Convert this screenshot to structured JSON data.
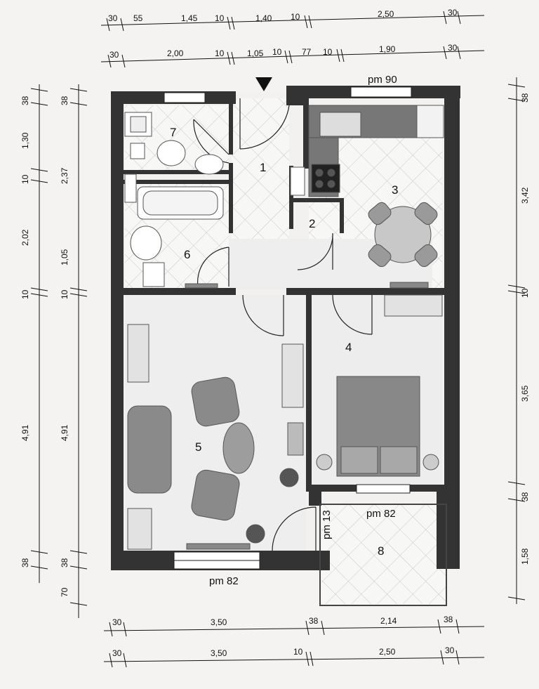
{
  "dimensions": {
    "top_row1": [
      "30",
      "55",
      "1,45",
      "10",
      "1,40",
      "10",
      "2,50",
      "30"
    ],
    "top_row2": [
      "30",
      "2,00",
      "10",
      "1,05",
      "10",
      "77",
      "10",
      "1,90",
      "30"
    ],
    "left_outer": [
      "38",
      "1,30",
      "10",
      "2,02",
      "10",
      "4,91",
      "38",
      "70"
    ],
    "left_inner": [
      "38",
      "2,37",
      "1,05",
      "10",
      "4,91",
      "38"
    ],
    "right": [
      "38",
      "3,42",
      "10",
      "3,65",
      "38",
      "1,58"
    ],
    "bottom_row1": [
      "30",
      "3,50",
      "38",
      "2,14",
      "38"
    ],
    "bottom_row2": [
      "30",
      "3,50",
      "10",
      "2,50",
      "30"
    ]
  },
  "labels": {
    "window_kitchen": "pm 90",
    "window_bedroom": "pm 82",
    "window_living": "pm 82",
    "door_balcony": "pm 13"
  },
  "rooms": [
    "1",
    "2",
    "3",
    "4",
    "5",
    "6",
    "7",
    "8"
  ]
}
